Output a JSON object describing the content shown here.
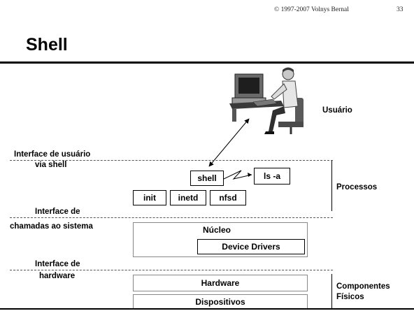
{
  "header": {
    "copyright": "© 1997-2007 Volnys Bernal",
    "page_number": "33",
    "title": "Shell"
  },
  "levels": {
    "user_interface": [
      "Interface de usuário",
      "via shell"
    ],
    "syscall_interface": [
      "Interface de",
      "chamadas ao sistema"
    ],
    "hardware_interface": [
      "Interface de",
      "hardware"
    ]
  },
  "boxes": {
    "shell": "shell",
    "ls": "ls -a",
    "init": "init",
    "inetd": "inetd",
    "nfsd": "nfsd",
    "kernel": "Núcleo",
    "drivers": "Device Drivers",
    "hardware": "Hardware",
    "devices": "Dispositivos"
  },
  "side_labels": {
    "user": "Usuário",
    "processes": "Processos",
    "physical": [
      "Componentes",
      "Físicos"
    ]
  }
}
